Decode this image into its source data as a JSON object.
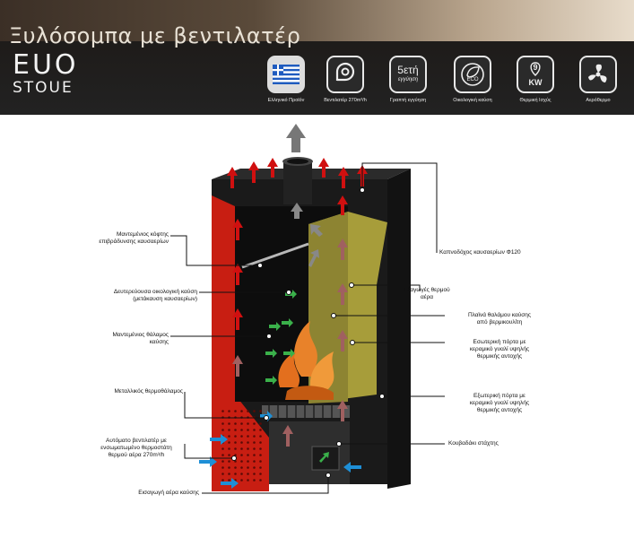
{
  "page_title": "Ξυλόσομπα με βεντιλατέρ",
  "brand": {
    "line1": "EUO",
    "line2": "STOUE"
  },
  "features": [
    {
      "icon": "greek-flag-icon",
      "label": "Ελληνικό Προϊόν"
    },
    {
      "icon": "fan-housing-icon",
      "label": "Βεντιλατέρ 270m³/h"
    },
    {
      "icon_text": "5ετή",
      "icon_subtext": "εγγύηση",
      "icon": "warranty-icon",
      "label": "Γραπτή εγγύηση"
    },
    {
      "icon": "eco-leaf-icon",
      "icon_text": "ECO",
      "label": "Οικολογική καύση"
    },
    {
      "icon": "power-kw-icon",
      "icon_text": "9",
      "icon_subtext": "KW",
      "label": "Θερμική Ισχύς"
    },
    {
      "icon": "fan-blades-icon",
      "label": "Αερόθερμο"
    }
  ],
  "labels_left": [
    {
      "lines": [
        "Μαντεμένιος κόφτης",
        "επιβράδυνσης καυσαερίων"
      ]
    },
    {
      "lines": [
        "Δευτερεύουσα οικολογική καύση",
        "(μετάκαυση καυσαερίων)"
      ]
    },
    {
      "lines": [
        "Μαντεμένιος θάλαμος",
        "καύσης"
      ]
    },
    {
      "lines": [
        "Μεταλλικός θερμοθάλαμος"
      ]
    },
    {
      "lines": [
        "Αυτόματο βεντιλατέρ με",
        "ενσωματωμένο θερμοστάτη",
        "θερμού αέρα 270m³/h"
      ]
    },
    {
      "lines": [
        "Εισαγωγή αέρα καύσης"
      ]
    }
  ],
  "labels_right": [
    {
      "lines": [
        "Καπνοδόχος καυσαερίων Φ120"
      ]
    },
    {
      "lines": [
        "Εξαγωγές θερμού",
        "αέρα"
      ]
    },
    {
      "lines": [
        "Πλαϊνά θαλάμου καύσης",
        "από βερμικουλίτη"
      ]
    },
    {
      "lines": [
        "Εσωτερική πόρτα  με",
        "κεραμικό γυαλί υψηλής",
        "θερμικής αντοχής"
      ]
    },
    {
      "lines": [
        "Εξωτερική πόρτα  με",
        "κεραμικό γυαλί υψηλής",
        "θερμικής αντοχής"
      ]
    },
    {
      "lines": [
        "Κουβαδάκι στάχτης"
      ]
    }
  ],
  "colors": {
    "header_bg": "#222222",
    "stove_red": "#c81e12",
    "stove_body": "#1a1a1a",
    "vermiculite": "#a79d3a",
    "flame": "#e8822a",
    "hot_air": "#d01010",
    "cold_air": "#1e8fd6"
  }
}
